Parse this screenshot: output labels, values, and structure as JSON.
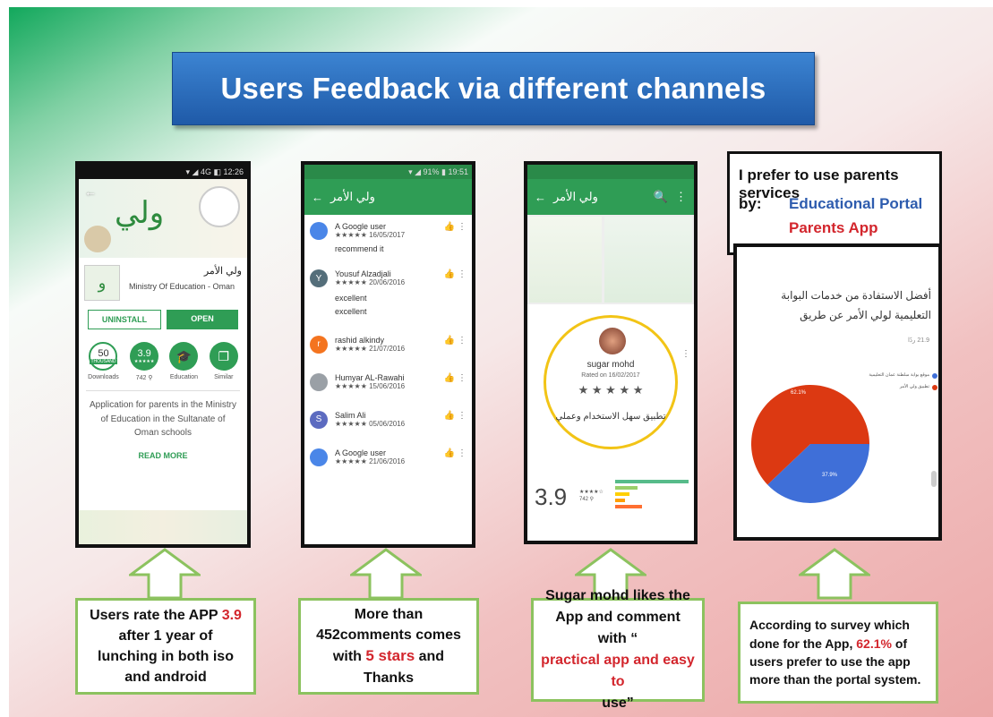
{
  "title": "Users Feedback via different channels",
  "phone1": {
    "status": "▾ ◢ 4G ◧ 12:26",
    "app_name": "ولي الأمر",
    "developer": "Ministry Of Education - Oman",
    "uninstall": "UNINSTALL",
    "open": "OPEN",
    "stats": [
      {
        "value": "50",
        "sub": "THOUSAND",
        "label": "Downloads"
      },
      {
        "value": "3.9",
        "sub": "★★★★★",
        "label": "742 ⚲"
      },
      {
        "value": "🎓",
        "sub": "",
        "label": "Education"
      },
      {
        "value": "❐",
        "sub": "",
        "label": "Similar"
      }
    ],
    "description": "Application for parents in the Ministry of Education in the Sultanate of Oman schools",
    "read_more": "READ MORE"
  },
  "phone2": {
    "status": "▾ ◢ 91% ▮ 19:51",
    "title": "ولي الأمر",
    "reviews": [
      {
        "initial": "",
        "color": "#4a86e8",
        "name": "A Google user",
        "date": "★★★★★ 16/05/2017",
        "text": "recommend it"
      },
      {
        "initial": "Y",
        "color": "#546e7a",
        "name": "Yousuf Alzadjali",
        "date": "★★★★★ 20/06/2016",
        "text": "excellent excellent"
      },
      {
        "initial": "r",
        "color": "#f4741f",
        "name": "rashid alkindy",
        "date": "★★★★★ 21/07/2016",
        "text": ""
      },
      {
        "initial": "",
        "color": "#9aa0a6",
        "name": "Humyar AL-Rawahi",
        "date": "★★★★★ 15/06/2016",
        "text": ""
      },
      {
        "initial": "S",
        "color": "#5c6bc0",
        "name": "Salim Ali",
        "date": "★★★★★ 05/06/2016",
        "text": ""
      },
      {
        "initial": "",
        "color": "#4a86e8",
        "name": "A Google user",
        "date": "★★★★★ 21/06/2016",
        "text": ""
      }
    ]
  },
  "phone3": {
    "title": "ولي الأمر",
    "reviewer": "sugar mohd",
    "rated": "Rated on 16/02/2017",
    "stars": "★ ★ ★ ★ ★",
    "comment": "تطبيق سهل الاستخدام وعملي",
    "rating": "3.9",
    "rating_stars": "★★★★☆",
    "rating_count": "742 ⚲"
  },
  "phone4": {
    "question": "أفضل الاستفادة من خدمات البوابة التعليمية لولي الأمر عن طريق",
    "responses": "21.9 ردًا",
    "legend": [
      {
        "label": "موقع بوابة سلطنة عمان التعليمية",
        "color": "#3f6fd8"
      },
      {
        "label": "تطبيق ولي الأمر",
        "color": "#dc3912"
      }
    ],
    "slice_red_label": "62.1%",
    "slice_blue_label": "37.9%"
  },
  "callout": {
    "line1": "I prefer to use parents services",
    "by": "by:",
    "option1": "Educational Portal",
    "option2": "Parents App"
  },
  "boxes": {
    "b1": {
      "pre": "Users rate the APP ",
      "hl": "3.9",
      "post": "after 1 year of lunching in both iso and android"
    },
    "b2": {
      "pre": "More than 452comments comes with ",
      "hl": "5 stars",
      "post": " and Thanks"
    },
    "b3": {
      "pre": "Sugar mohd likes the App and comment with “ ",
      "hl": "practical app and easy to",
      "post": "use”"
    },
    "b4": {
      "pre": "According to survey which done for the App, ",
      "hl": "62.1%",
      "post": " of users prefer to use the app more than the portal system."
    }
  },
  "chart_data": {
    "type": "pie",
    "categories": [
      "تطبيق ولي الأمر",
      "موقع بوابة سلطنة عمان التعليمية"
    ],
    "values": [
      62.1,
      37.9
    ],
    "colors": [
      "#dc3912",
      "#3f6fd8"
    ]
  }
}
